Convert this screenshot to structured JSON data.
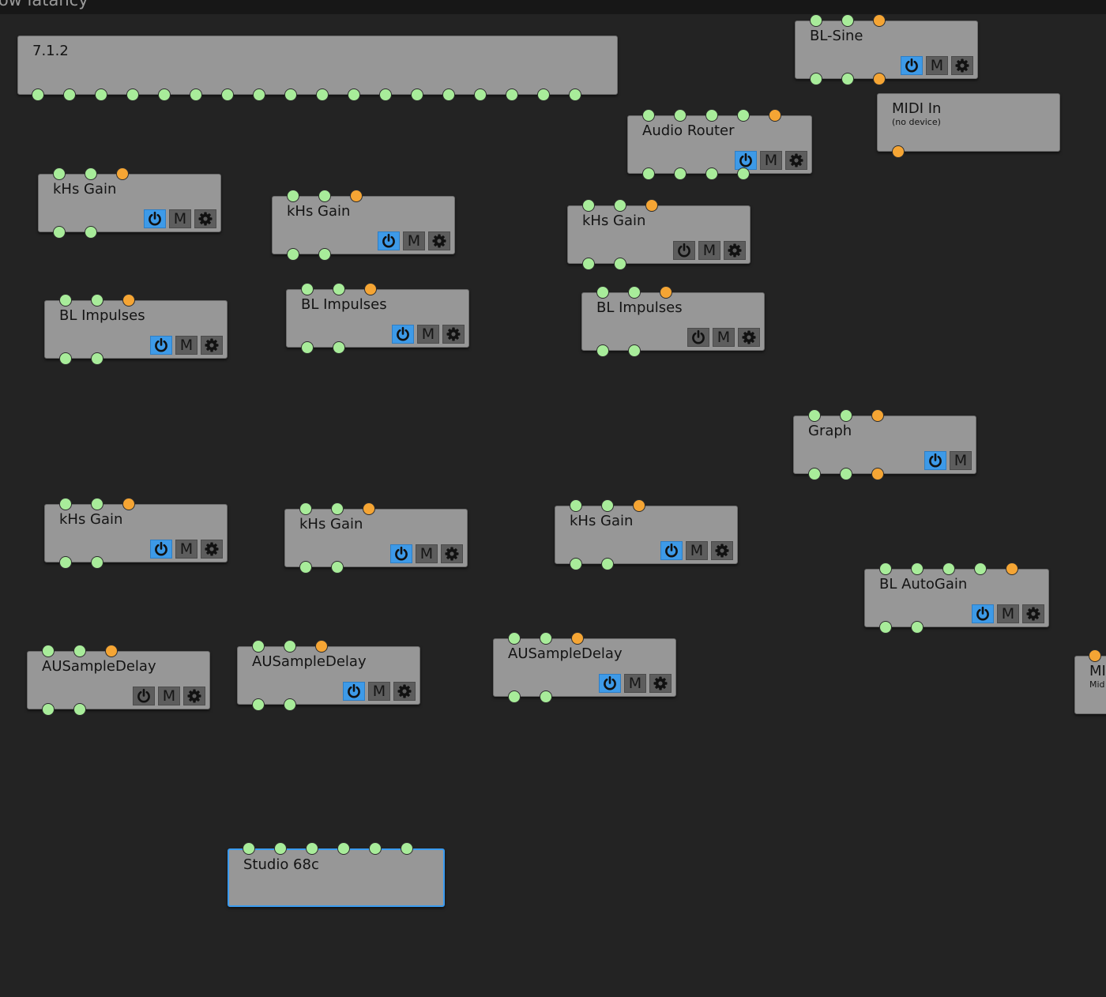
{
  "window": {
    "title_fragment": "low latancy"
  },
  "icons": {
    "power": "power-icon",
    "mute": "mute-icon",
    "settings": "gear-icon"
  },
  "colors": {
    "canvas": "#232323",
    "node": "#979797",
    "audio_pin": "#a8ec9a",
    "midi_pin": "#f5a534",
    "power_on": "#3d9ae8",
    "selected_border": "#3a9bf0"
  },
  "nodes": [
    {
      "id": "712",
      "title": "7.1.2",
      "inputs": [],
      "outputs": [
        "a",
        "a",
        "a",
        "a",
        "a",
        "a",
        "a",
        "a",
        "a",
        "a",
        "a",
        "a",
        "a",
        "a",
        "a",
        "a",
        "a",
        "a"
      ],
      "controls": false
    },
    {
      "id": "bl-sine",
      "title": "BL-Sine",
      "inputs": [
        "a",
        "a",
        "m"
      ],
      "outputs": [
        "a",
        "a",
        "m"
      ],
      "controls": true,
      "power_on": true,
      "mute_label": "M",
      "has_settings": true
    },
    {
      "id": "midi-in",
      "title": "MIDI In",
      "subtitle": "(no device)",
      "inputs": [],
      "outputs": [
        "m"
      ],
      "controls": false
    },
    {
      "id": "audio-router",
      "title": "Audio Router",
      "inputs": [
        "a",
        "a",
        "a",
        "a",
        "m"
      ],
      "outputs": [
        "a",
        "a",
        "a",
        "a"
      ],
      "controls": true,
      "power_on": true,
      "mute_label": "M",
      "has_settings": true
    },
    {
      "id": "khs-gain-1",
      "title": "kHs Gain",
      "inputs": [
        "a",
        "a",
        "m"
      ],
      "outputs": [
        "a",
        "a"
      ],
      "controls": true,
      "power_on": true,
      "mute_label": "M",
      "has_settings": true
    },
    {
      "id": "khs-gain-2",
      "title": "kHs Gain",
      "inputs": [
        "a",
        "a",
        "m"
      ],
      "outputs": [
        "a",
        "a"
      ],
      "controls": true,
      "power_on": true,
      "mute_label": "M",
      "has_settings": true
    },
    {
      "id": "khs-gain-3",
      "title": "kHs Gain",
      "inputs": [
        "a",
        "a",
        "m"
      ],
      "outputs": [
        "a",
        "a"
      ],
      "controls": true,
      "power_on": false,
      "mute_label": "M",
      "has_settings": true
    },
    {
      "id": "bl-impulses-1",
      "title": "BL Impulses",
      "inputs": [
        "a",
        "a",
        "m"
      ],
      "outputs": [
        "a",
        "a"
      ],
      "controls": true,
      "power_on": true,
      "mute_label": "M",
      "has_settings": true
    },
    {
      "id": "bl-impulses-2",
      "title": "BL Impulses",
      "inputs": [
        "a",
        "a",
        "m"
      ],
      "outputs": [
        "a",
        "a"
      ],
      "controls": true,
      "power_on": true,
      "mute_label": "M",
      "has_settings": true
    },
    {
      "id": "bl-impulses-3",
      "title": "BL Impulses",
      "inputs": [
        "a",
        "a",
        "m"
      ],
      "outputs": [
        "a",
        "a"
      ],
      "controls": true,
      "power_on": false,
      "mute_label": "M",
      "has_settings": true
    },
    {
      "id": "graph",
      "title": "Graph",
      "inputs": [
        "a",
        "a",
        "m"
      ],
      "outputs": [
        "a",
        "a",
        "m"
      ],
      "controls": true,
      "power_on": true,
      "mute_label": "M",
      "has_settings": false
    },
    {
      "id": "khs-gain-4",
      "title": "kHs Gain",
      "inputs": [
        "a",
        "a",
        "m"
      ],
      "outputs": [
        "a",
        "a"
      ],
      "controls": true,
      "power_on": true,
      "mute_label": "M",
      "has_settings": true
    },
    {
      "id": "khs-gain-5",
      "title": "kHs Gain",
      "inputs": [
        "a",
        "a",
        "m"
      ],
      "outputs": [
        "a",
        "a"
      ],
      "controls": true,
      "power_on": true,
      "mute_label": "M",
      "has_settings": true
    },
    {
      "id": "khs-gain-6",
      "title": "kHs Gain",
      "inputs": [
        "a",
        "a",
        "m"
      ],
      "outputs": [
        "a",
        "a"
      ],
      "controls": true,
      "power_on": true,
      "mute_label": "M",
      "has_settings": true
    },
    {
      "id": "bl-autogain",
      "title": "BL AutoGain",
      "inputs": [
        "a",
        "a",
        "a",
        "a",
        "m"
      ],
      "outputs": [
        "a",
        "a"
      ],
      "controls": true,
      "power_on": true,
      "mute_label": "M",
      "has_settings": true
    },
    {
      "id": "ausampledelay-1",
      "title": "AUSampleDelay",
      "inputs": [
        "a",
        "a",
        "m"
      ],
      "outputs": [
        "a",
        "a"
      ],
      "controls": true,
      "power_on": false,
      "mute_label": "M",
      "has_settings": true
    },
    {
      "id": "ausampledelay-2",
      "title": "AUSampleDelay",
      "inputs": [
        "a",
        "a",
        "m"
      ],
      "outputs": [
        "a",
        "a"
      ],
      "controls": true,
      "power_on": true,
      "mute_label": "M",
      "has_settings": true
    },
    {
      "id": "ausampledelay-3",
      "title": "AUSampleDelay",
      "inputs": [
        "a",
        "a",
        "m"
      ],
      "outputs": [
        "a",
        "a"
      ],
      "controls": true,
      "power_on": true,
      "mute_label": "M",
      "has_settings": true
    },
    {
      "id": "midi-partial",
      "title": "MI",
      "subtitle": "Mid",
      "inputs": [
        "m"
      ],
      "outputs": [],
      "controls": false
    },
    {
      "id": "studio-68c",
      "title": "Studio 68c",
      "inputs": [
        "a",
        "a",
        "a",
        "a",
        "a",
        "a"
      ],
      "outputs": [],
      "controls": false,
      "selected": true
    }
  ]
}
